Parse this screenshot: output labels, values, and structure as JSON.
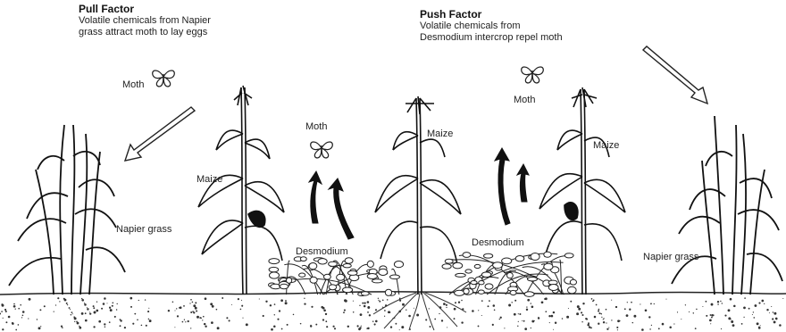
{
  "pull": {
    "title": "Pull Factor",
    "line1": "Volatile chemicals from Napier",
    "line2": "grass attract moth to lay eggs"
  },
  "push": {
    "title": "Push Factor",
    "line1": "Volatile chemicals from",
    "line2": "Desmodium intercrop repel moth"
  },
  "labels": {
    "moth_left": "Moth",
    "moth_center": "Moth",
    "moth_right": "Moth",
    "maize_left": "Maize",
    "maize_center": "Maize",
    "maize_right": "Maize",
    "napier_left": "Napier grass",
    "napier_right": "Napier grass",
    "desmodium_left": "Desmodium",
    "desmodium_right": "Desmodium"
  },
  "icons": {
    "moth": "moth-icon",
    "arrow_attract": "hollow-arrow-icon",
    "arrow_repel": "black-curved-arrow-icon"
  }
}
